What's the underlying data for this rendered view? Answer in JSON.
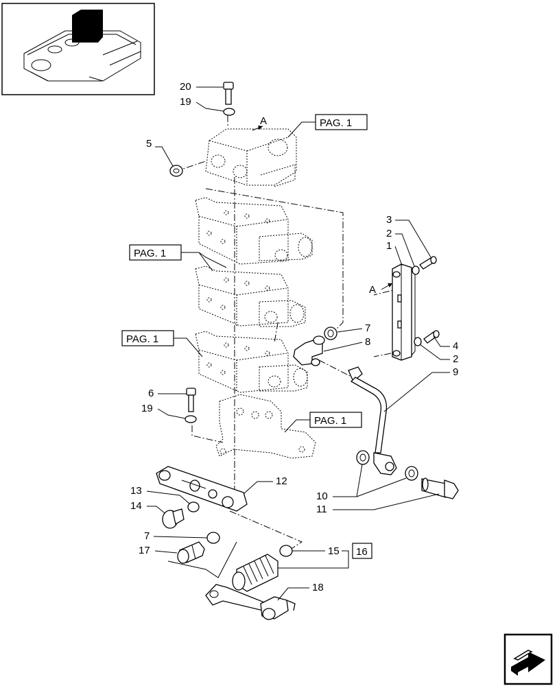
{
  "thumbnail": {
    "icon": "tractor-lift-assembly-thumbnail"
  },
  "references": {
    "pag1": "PAG. 1",
    "ref16": "16"
  },
  "direction": {
    "a": "A"
  },
  "callouts": {
    "c1": "1",
    "c2": "2",
    "c3": "3",
    "c4": "4",
    "c5": "5",
    "c6": "6",
    "c7": "7",
    "c8": "8",
    "c9": "9",
    "c10": "10",
    "c11": "11",
    "c12": "12",
    "c13": "13",
    "c14": "14",
    "c15": "15",
    "c17": "17",
    "c18": "18",
    "c19": "19",
    "c20": "20"
  },
  "navigation": {
    "icon": "next-page-arrow-icon"
  }
}
